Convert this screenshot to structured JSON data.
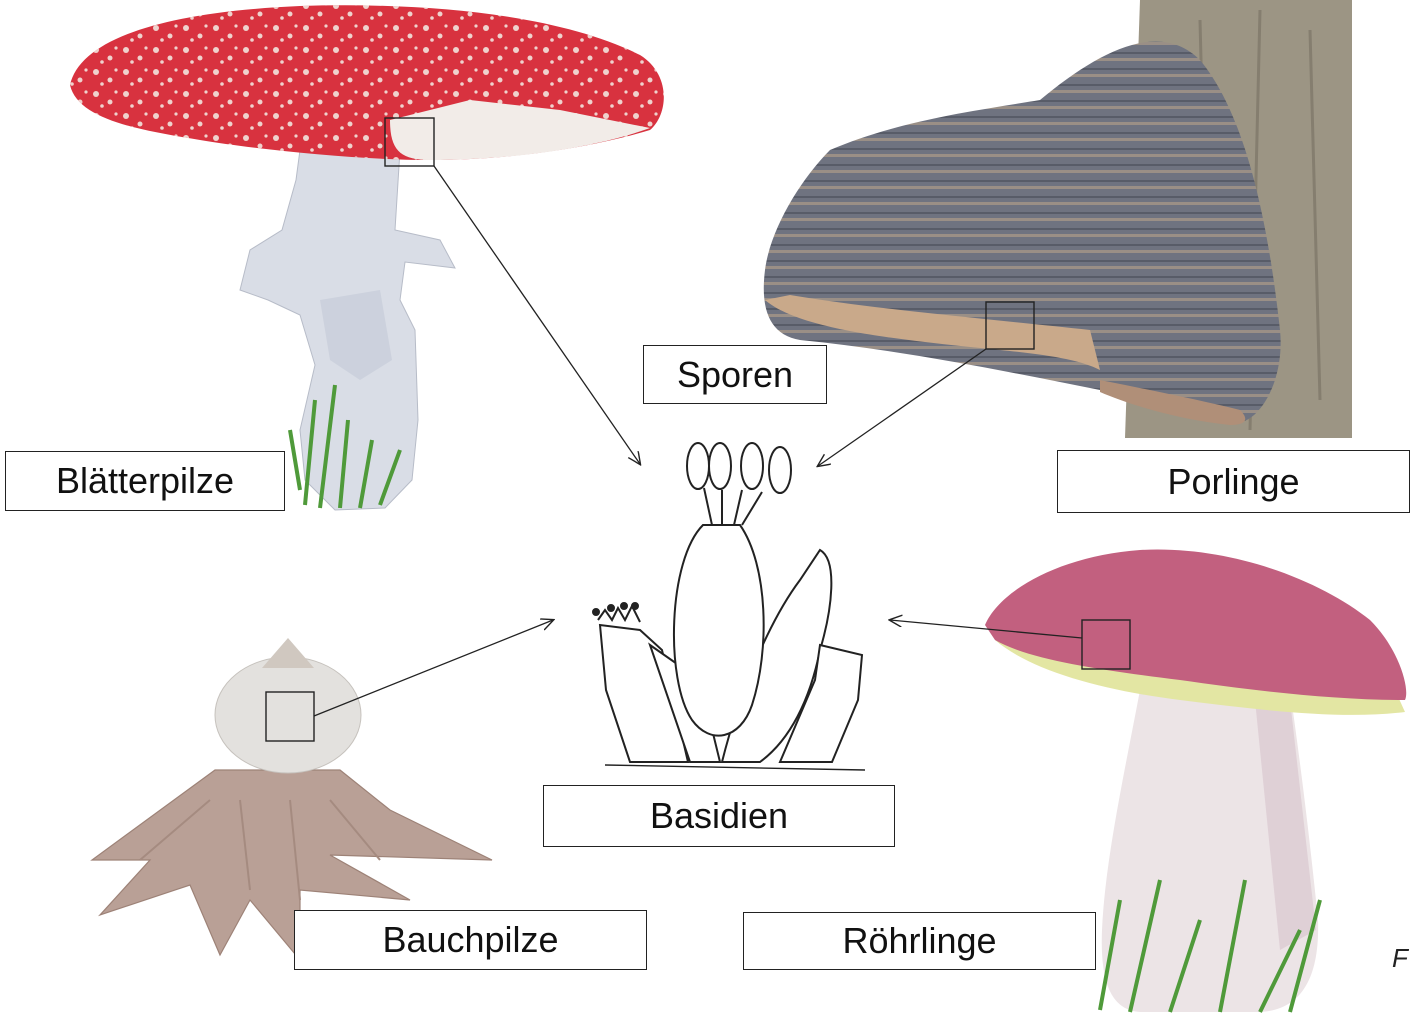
{
  "labels": {
    "sporen": "Sporen",
    "basidien": "Basidien",
    "blaetterpilze": "Blätterpilze",
    "porlinge": "Porlinge",
    "bauchpilze": "Bauchpilze",
    "roehrlinge": "Röhrlinge"
  },
  "corner_mark": "F",
  "colors": {
    "fly_agaric_cap": "#d8323f",
    "fly_agaric_stem": "#d9dde6",
    "bracket_gray": "#6f7380",
    "bracket_underside": "#c9a98a",
    "bark": "#9c9584",
    "earthstar": "#b9a096",
    "bolete_cap": "#c2607f",
    "bolete_pores": "#e3e6a3",
    "bolete_stem": "#ece4e6",
    "grass": "#4f9a3a",
    "line": "#222222"
  }
}
